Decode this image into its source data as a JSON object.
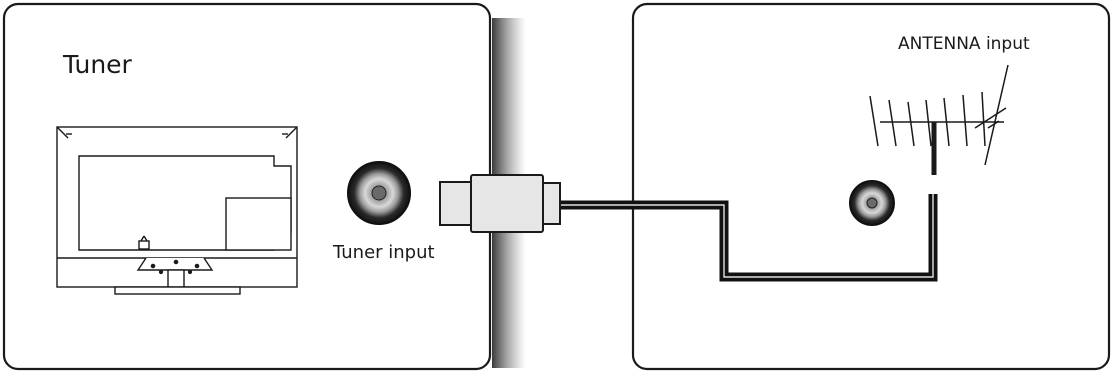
{
  "left_panel": {
    "title": "Tuner",
    "tuner_input_label": "Tuner input"
  },
  "right_panel": {
    "antenna_input_label": "ANTENNA input"
  },
  "colors": {
    "stroke": "#1a1a1a",
    "panel_shadow": "#5a5a5a",
    "connector_fill": "#e6e6e6",
    "jack_outer": "#1a1a1a",
    "jack_mid": "#9a9a9a"
  },
  "icons": [
    "tv-back-icon",
    "coax-jack-icon",
    "coax-plug-icon",
    "antenna-icon"
  ]
}
